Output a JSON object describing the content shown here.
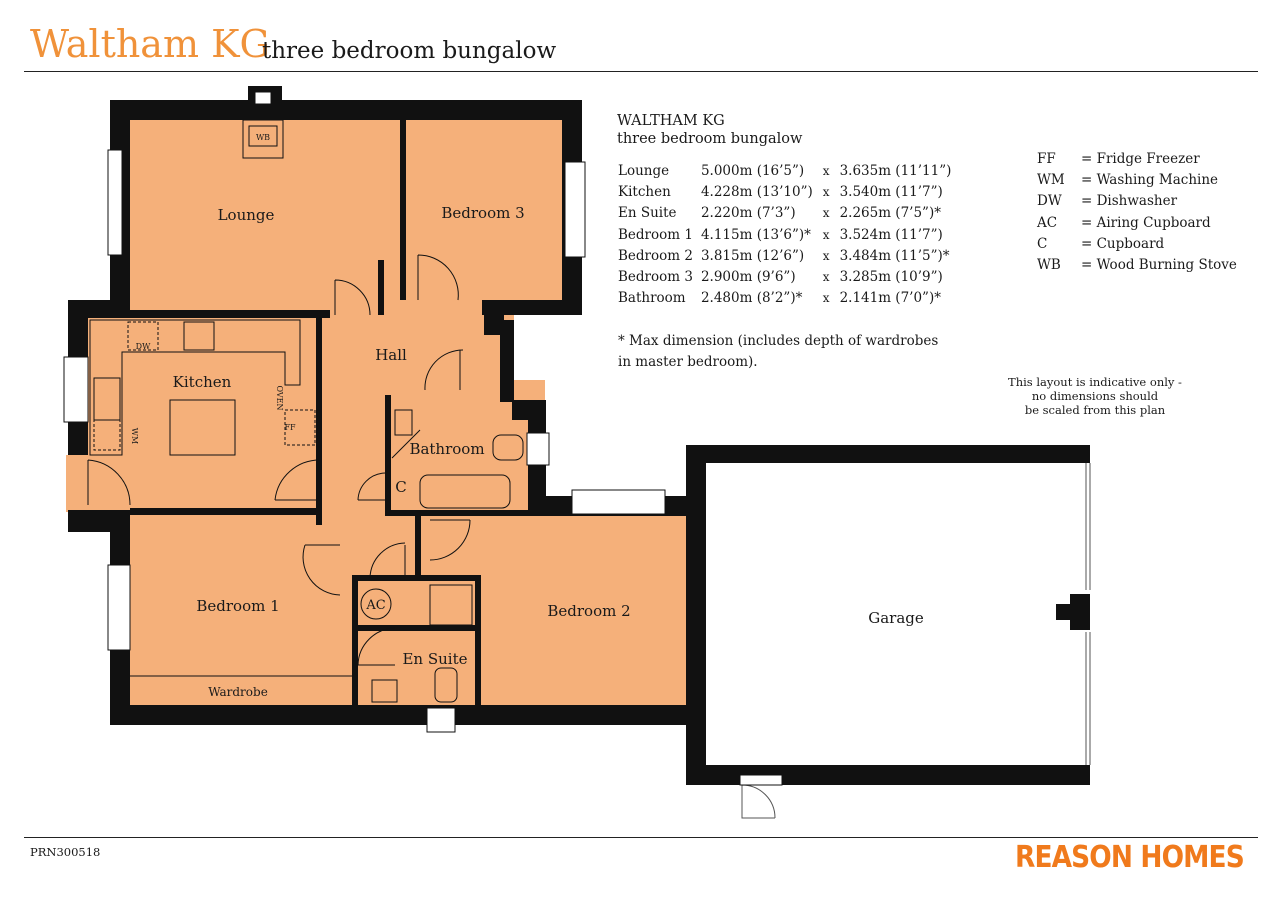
{
  "header": {
    "title": "Waltham KG",
    "subtitle": "three bedroom bungalow"
  },
  "plan": {
    "rooms": {
      "lounge": "Lounge",
      "bedroom3": "Bedroom 3",
      "kitchen": "Kitchen",
      "hall": "Hall",
      "bathroom": "Bathroom",
      "bedroom1": "Bedroom 1",
      "bedroom2": "Bedroom 2",
      "ensuite": "En Suite",
      "wardrobe": "Wardrobe",
      "garage": "Garage"
    },
    "fixtures": {
      "wb": "WB",
      "dw": "DW",
      "wm": "WM",
      "oven": "OVEN",
      "ff": "FF",
      "cupboard": "C",
      "airing": "AC"
    },
    "colors": {
      "room_fill": "#f5b07a",
      "wall": "#111111",
      "accent": "#f0923a"
    }
  },
  "info": {
    "title_line1": "WALTHAM KG",
    "title_line2": "three bedroom bungalow",
    "separator": "x",
    "dimensions": [
      {
        "room": "Lounge",
        "a": "5.000m (16’5”)",
        "b": "3.635m (11’11”)"
      },
      {
        "room": "Kitchen",
        "a": "4.228m (13’10”)",
        "b": "3.540m (11’7”)"
      },
      {
        "room": "En Suite",
        "a": "2.220m (7’3”)",
        "b": "2.265m (7’5”)*"
      },
      {
        "room": "Bedroom 1",
        "a": "4.115m (13’6”)*",
        "b": "3.524m (11’7”)"
      },
      {
        "room": "Bedroom 2",
        "a": "3.815m (12’6”)",
        "b": "3.484m (11’5”)*"
      },
      {
        "room": "Bedroom 3",
        "a": "2.900m (9’6”)",
        "b": "3.285m (10’9”)"
      },
      {
        "room": "Bathroom",
        "a": "2.480m (8’2”)*",
        "b": "2.141m (7’0”)*"
      }
    ],
    "note_line1": "* Max dimension (includes depth of wardrobes",
    "note_line2": "in master bedroom).",
    "legend": [
      {
        "code": "FF",
        "meaning": "= Fridge Freezer"
      },
      {
        "code": "WM",
        "meaning": "= Washing Machine"
      },
      {
        "code": "DW",
        "meaning": "= Dishwasher"
      },
      {
        "code": "AC",
        "meaning": "= Airing Cupboard"
      },
      {
        "code": "C",
        "meaning": "= Cupboard"
      },
      {
        "code": "WB",
        "meaning": "= Wood Burning Stove"
      }
    ],
    "disclaimer_line1": "This layout is indicative only -",
    "disclaimer_line2": "no dimensions should",
    "disclaimer_line3": "be scaled from this plan"
  },
  "footer": {
    "ref": "PRN300518",
    "brand": "REASON HOMES"
  }
}
